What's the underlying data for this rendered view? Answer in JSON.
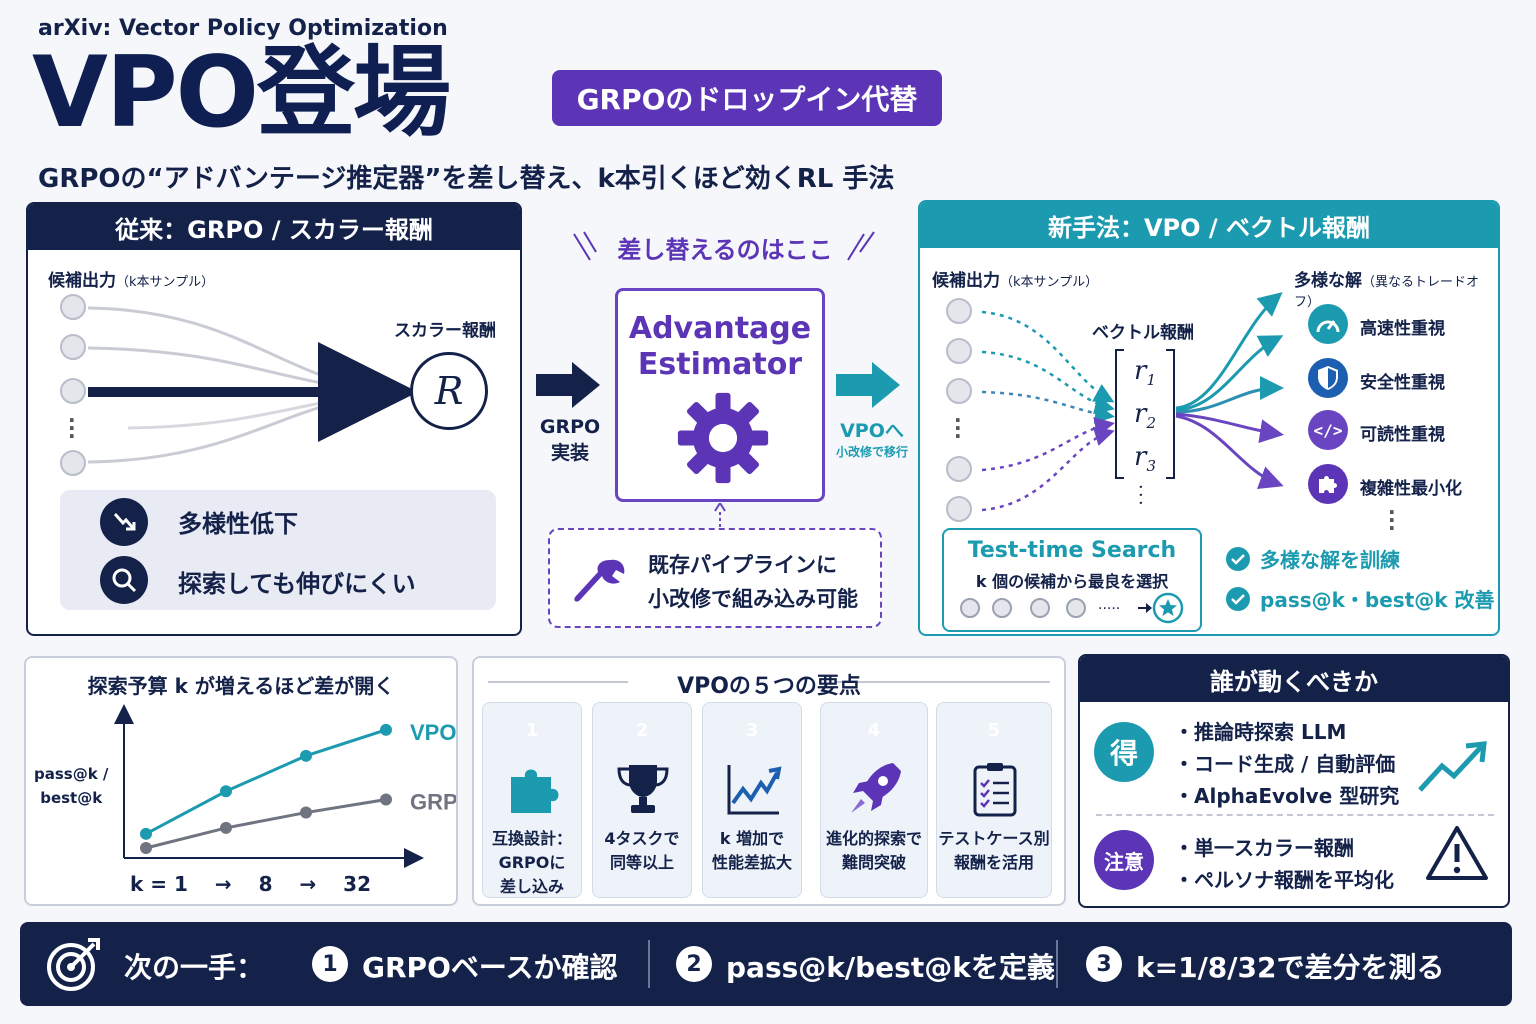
{
  "header": {
    "eyebrow": "arXiv: Vector Policy Optimization",
    "title": "VPO登場",
    "badge": "GRPOのドロップイン代替",
    "subtitle": "GRPOの“アドバンテージ推定器”を差し替え、k本引くほど効くRL 手法"
  },
  "grpo_panel": {
    "title": "従来：GRPO / スカラー報酬",
    "candidates_label": "候補出力",
    "candidates_sub": "（k本サンプル）",
    "reward_label": "スカラー報酬",
    "reward_symbol": "R",
    "drawbacks": [
      "多様性低下",
      "探索しても伸びにくい"
    ]
  },
  "middle": {
    "replace_label": "差し替えるのはここ",
    "adv_title_line1": "Advantage",
    "adv_title_line2": "Estimator",
    "grpo_impl": "GRPO\n実装",
    "vpo_move_line1": "VPOへ",
    "vpo_move_line2": "小改修で移行",
    "pipeline_text": "既存パイプラインに\n小改修で組み込み可能"
  },
  "vpo_panel": {
    "title": "新手法：VPO / ベクトル報酬",
    "candidates_label": "候補出力",
    "candidates_sub": "（k本サンプル）",
    "vector_label": "ベクトル報酬",
    "vector_items": [
      "r",
      "r",
      "r"
    ],
    "vector_subs": [
      "1",
      "2",
      "3"
    ],
    "solutions_label": "多様な解",
    "solutions_sub": "（異なるトレードオフ）",
    "solutions": [
      "高速性重視",
      "安全性重視",
      "可読性重視",
      "複雑性最小化"
    ],
    "tts_title": "Test-time Search",
    "tts_sub": "k 個の候補から最良を選択",
    "benefits": [
      "多様な解を訓練",
      "pass@k・best@k 改善"
    ]
  },
  "chart_panel": {
    "title": "探索予算 k が増えるほど差が開く",
    "ylabel_line1": "pass@k /",
    "ylabel_line2": "best@k",
    "xlabel": "k = 1　 →　 8　 →　 32"
  },
  "chart_data": {
    "type": "line",
    "title": "探索予算 k が増えるほど差が開く",
    "xlabel": "k = 1 → 8 → 32",
    "ylabel": "pass@k / best@k",
    "x": [
      "1",
      "",
      "8",
      "32"
    ],
    "series": [
      {
        "name": "VPO",
        "values": [
          0.12,
          0.48,
          0.78,
          1.0
        ],
        "color": "#1c9bb0"
      },
      {
        "name": "GRPO",
        "values": [
          0.0,
          0.17,
          0.3,
          0.41
        ],
        "color": "#707480"
      }
    ],
    "ylim": [
      0,
      1.1
    ],
    "grid": false
  },
  "points_panel": {
    "title": "VPOの５つの要点",
    "points": [
      {
        "num": "1",
        "text": "互換設計：\nGRPOに\n差し込み",
        "color": "#1c9bb0"
      },
      {
        "num": "2",
        "text": "4タスクで\n同等以上",
        "color": "#1c9bb0"
      },
      {
        "num": "3",
        "text": "k 増加で\n性能差拡大",
        "color": "#1c5fb0"
      },
      {
        "num": "4",
        "text": "進化的探索で\n難問突破",
        "color": "#5b35b5"
      },
      {
        "num": "5",
        "text": "テストケース別\n報酬を活用",
        "color": "#5b35b5"
      }
    ]
  },
  "who_panel": {
    "title": "誰が動くべきか",
    "gain_badge": "得",
    "gain_items": [
      "・推論時探索 LLM",
      "・コード生成 / 自動評価",
      "・AlphaEvolve 型研究"
    ],
    "caution_badge": "注意",
    "caution_items": [
      "・単一スカラー報酬",
      "・ペルソナ報酬を平均化"
    ]
  },
  "footer": {
    "label": "次の一手：",
    "steps": [
      {
        "num": "1",
        "text": "GRPOベースか確認"
      },
      {
        "num": "2",
        "text": "pass@k/best@kを定義"
      },
      {
        "num": "3",
        "text": "k=1/8/32で差分を測る"
      }
    ]
  },
  "colors": {
    "navy": "#14224a",
    "teal": "#1c9bb0",
    "purple": "#5b35b5",
    "gray": "#707480"
  }
}
